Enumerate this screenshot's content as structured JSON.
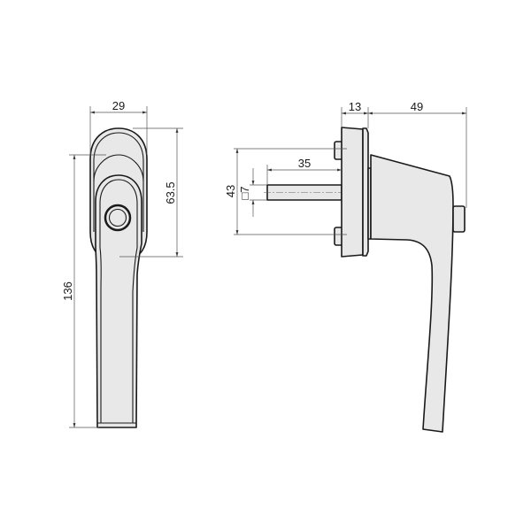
{
  "drawing": {
    "front_view": {
      "width_label": "29",
      "rosette_height_label": "63.5",
      "total_height_label": "136"
    },
    "side_view": {
      "rosette_depth_label": "13",
      "handle_projection_label": "49",
      "spindle_length_label": "35",
      "bolt_spacing_label": "43",
      "spindle_square_label": "□7"
    },
    "colors": {
      "fill": "#e8e8e8",
      "line": "#1a1a1a"
    }
  }
}
